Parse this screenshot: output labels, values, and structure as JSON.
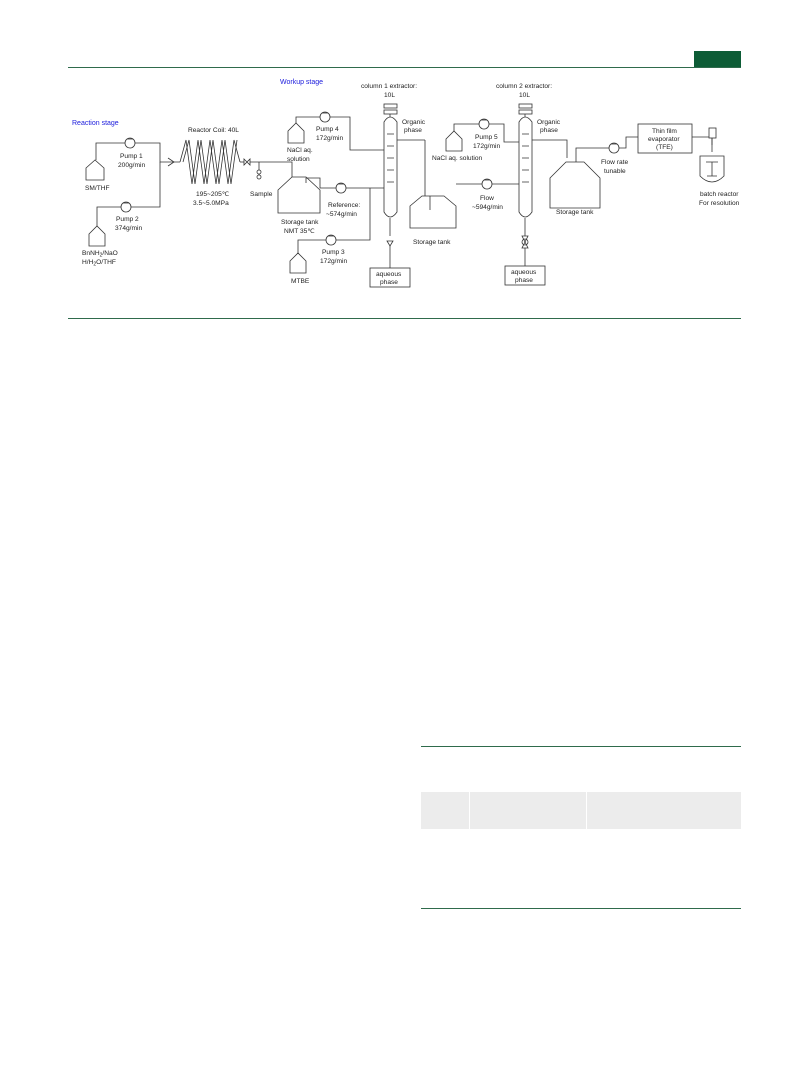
{
  "stages": {
    "reaction": "Reaction stage",
    "workup": "Workup stage"
  },
  "feeds": {
    "sm": "SM/THF",
    "bnnh_line1": "BnNH",
    "bnnh_sub": "2",
    "bnnh_line1_tail": "/NaO",
    "bnnh_line2_a": "H/H",
    "bnnh_line2_sub": "2",
    "bnnh_line2_b": "O/THF",
    "mtbe": "MTBE"
  },
  "pumps": {
    "p1": {
      "name": "Pump 1",
      "rate": "200g/min"
    },
    "p2": {
      "name": "Pump 2",
      "rate": "374g/min"
    },
    "p3": {
      "name": "Pump 3",
      "rate": "172g/min"
    },
    "p4": {
      "name": "Pump 4",
      "rate": "172g/min"
    },
    "p5": {
      "name": "Pump 5",
      "rate": "172g/min"
    }
  },
  "reactor": {
    "title": "Reactor Coil: 40L",
    "temp": "195~205℃",
    "pressure": "3.5~5.0MPa",
    "sample": "Sample"
  },
  "storage": {
    "tank1_a": "Storage tank",
    "tank1_b": "NMT 35℃",
    "reference_a": "Reference:",
    "reference_b": "~574g/min",
    "tank2": "Storage tank",
    "tank3": "Storage tank"
  },
  "nacl": {
    "sol1_a": "NaCl aq.",
    "sol1_b": "solution",
    "sol2": "NaCl aq. solution"
  },
  "column1": {
    "title": "column 1 extractor:",
    "vol": "10L",
    "organic_a": "Organic",
    "organic_b": "phase",
    "aqueous_a": "aqueous",
    "aqueous_b": "phase"
  },
  "column2": {
    "title": "column 2 extractor:",
    "vol": "10L",
    "organic_a": "Organic",
    "organic_b": "phase",
    "aqueous_a": "aqueous",
    "aqueous_b": "phase"
  },
  "flow": {
    "a": "Flow",
    "b": "~594g/min",
    "tunable_a": "Flow rate",
    "tunable_b": "tunable"
  },
  "tfe": {
    "a": "Thin film",
    "b": "evaporator",
    "c": "(TFE)"
  },
  "batch": {
    "a": "batch  reactor",
    "b": "For resolution"
  },
  "colors": {
    "accent": "#0d5c36",
    "stage_label": "#1a1adc",
    "rule": "#2f6b4c"
  }
}
